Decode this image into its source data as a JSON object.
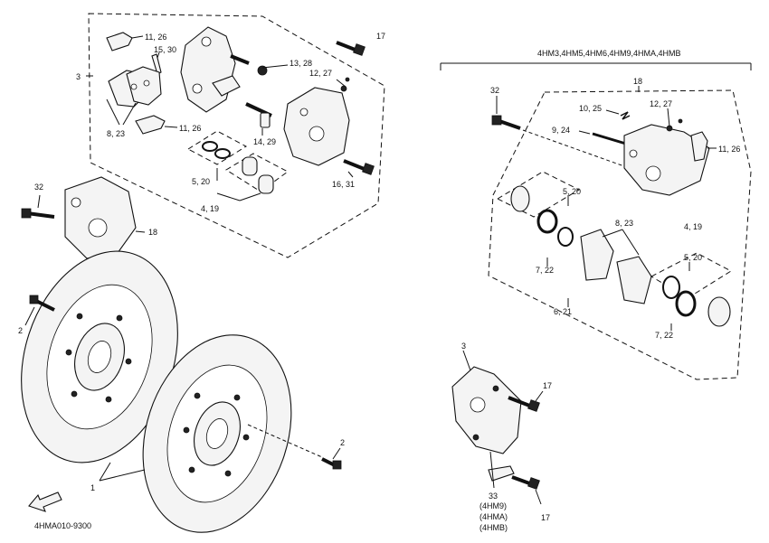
{
  "diagram_code": "4HMA010-9300",
  "model_header": "4HM3,4HM5,4HM6,4HM9,4HMA,4HMB",
  "model_notes": [
    "(4HM9)",
    "(4HMA)",
    "(4HMB)"
  ],
  "callouts": {
    "c_11_26_top": "11, 26",
    "c_15_30": "15, 30",
    "c_3_left": "3",
    "c_8_23_left": "8, 23",
    "c_11_26_mid": "11, 26",
    "c_17_top": "17",
    "c_13_28": "13, 28",
    "c_12_27_left": "12, 27",
    "c_14_29": "14, 29",
    "c_5_20_left": "5, 20",
    "c_4_19_left": "4, 19",
    "c_16_31": "16, 31",
    "c_32_left": "32",
    "c_18_left": "18",
    "c_2_left": "2",
    "c_1": "1",
    "c_2_right": "2",
    "c_18_right": "18",
    "c_32_right": "32",
    "c_10_25": "10, 25",
    "c_12_27_right": "12, 27",
    "c_9_24": "9, 24",
    "c_11_26_right": "11, 26",
    "c_5_20_r1": "5, 20",
    "c_8_23_right": "8, 23",
    "c_4_19_right": "4, 19",
    "c_5_20_r2": "5, 20",
    "c_7_22_a": "7, 22",
    "c_6_21": "6, 21",
    "c_7_22_b": "7, 22",
    "c_3_bottom": "3",
    "c_17_mid": "17",
    "c_33": "33",
    "c_17_bottom": "17"
  }
}
